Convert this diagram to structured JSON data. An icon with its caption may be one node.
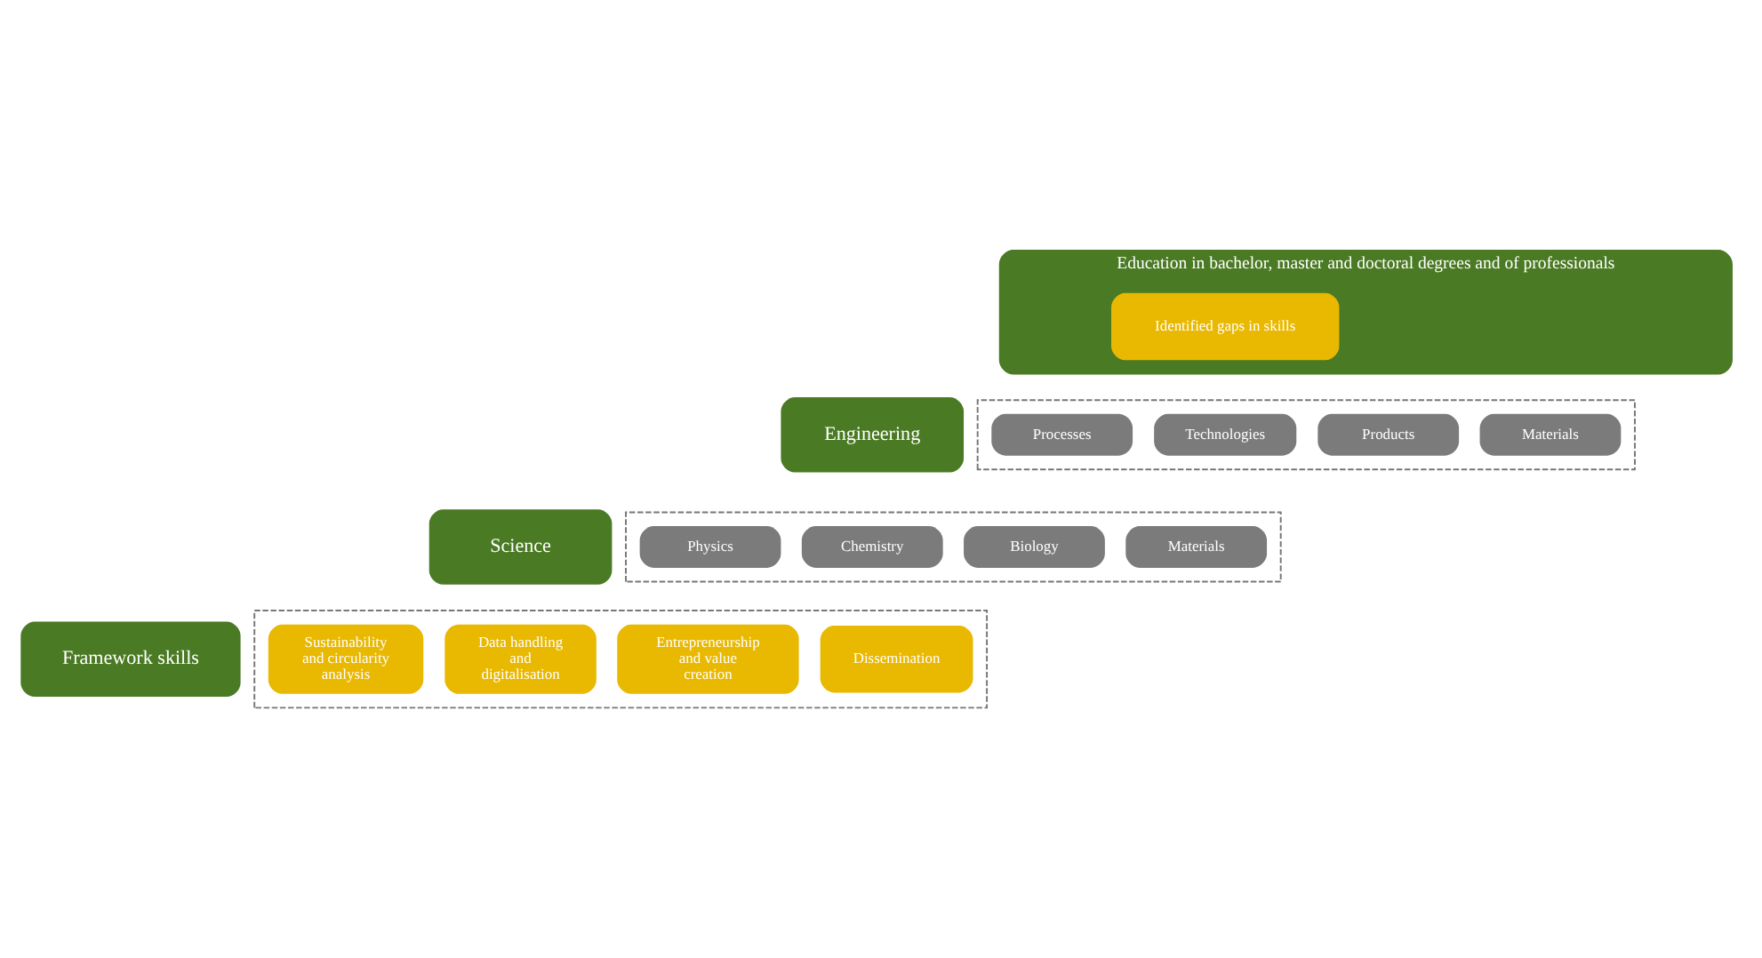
{
  "diagram": {
    "nodes": [
      {
        "text": [
          "Education in bachelor, master and doctoral degrees and of professionals"
        ]
      },
      {
        "text": [
          "Identified gaps in skills"
        ],
        "in": 0
      },
      {
        "text": [
          "Engineering"
        ]
      },
      {
        "text": [],
        "shape": "box"
      },
      {
        "text": [
          "Processes"
        ],
        "in": 3
      },
      {
        "text": [
          "Technologies"
        ],
        "in": 3
      },
      {
        "text": [
          "Products"
        ],
        "in": 3
      },
      {
        "text": [
          "Materials"
        ],
        "in": 3
      },
      {
        "text": [
          "Science"
        ]
      },
      {
        "text": [],
        "shape": "box"
      },
      {
        "text": [
          "Physics"
        ],
        "in": 9
      },
      {
        "text": [
          "Chemistry"
        ],
        "in": 9
      },
      {
        "text": [
          "Biology"
        ],
        "in": 9
      },
      {
        "text": [
          "Materials"
        ],
        "in": 9
      },
      {
        "text": [
          "Framework skills"
        ]
      },
      {
        "text": [],
        "shape": "box"
      },
      {
        "text": [
          "Sustainability and circularity analysis"
        ],
        "in": 15
      },
      {
        "text": [
          "Data handling and digitalisation"
        ],
        "in": 15
      },
      {
        "text": [
          "Entrepreneurship and value creation"
        ],
        "in": 15
      },
      {
        "text": [
          "Dissemination"
        ],
        "in": 15
      }
    ],
    "edges": []
  }
}
